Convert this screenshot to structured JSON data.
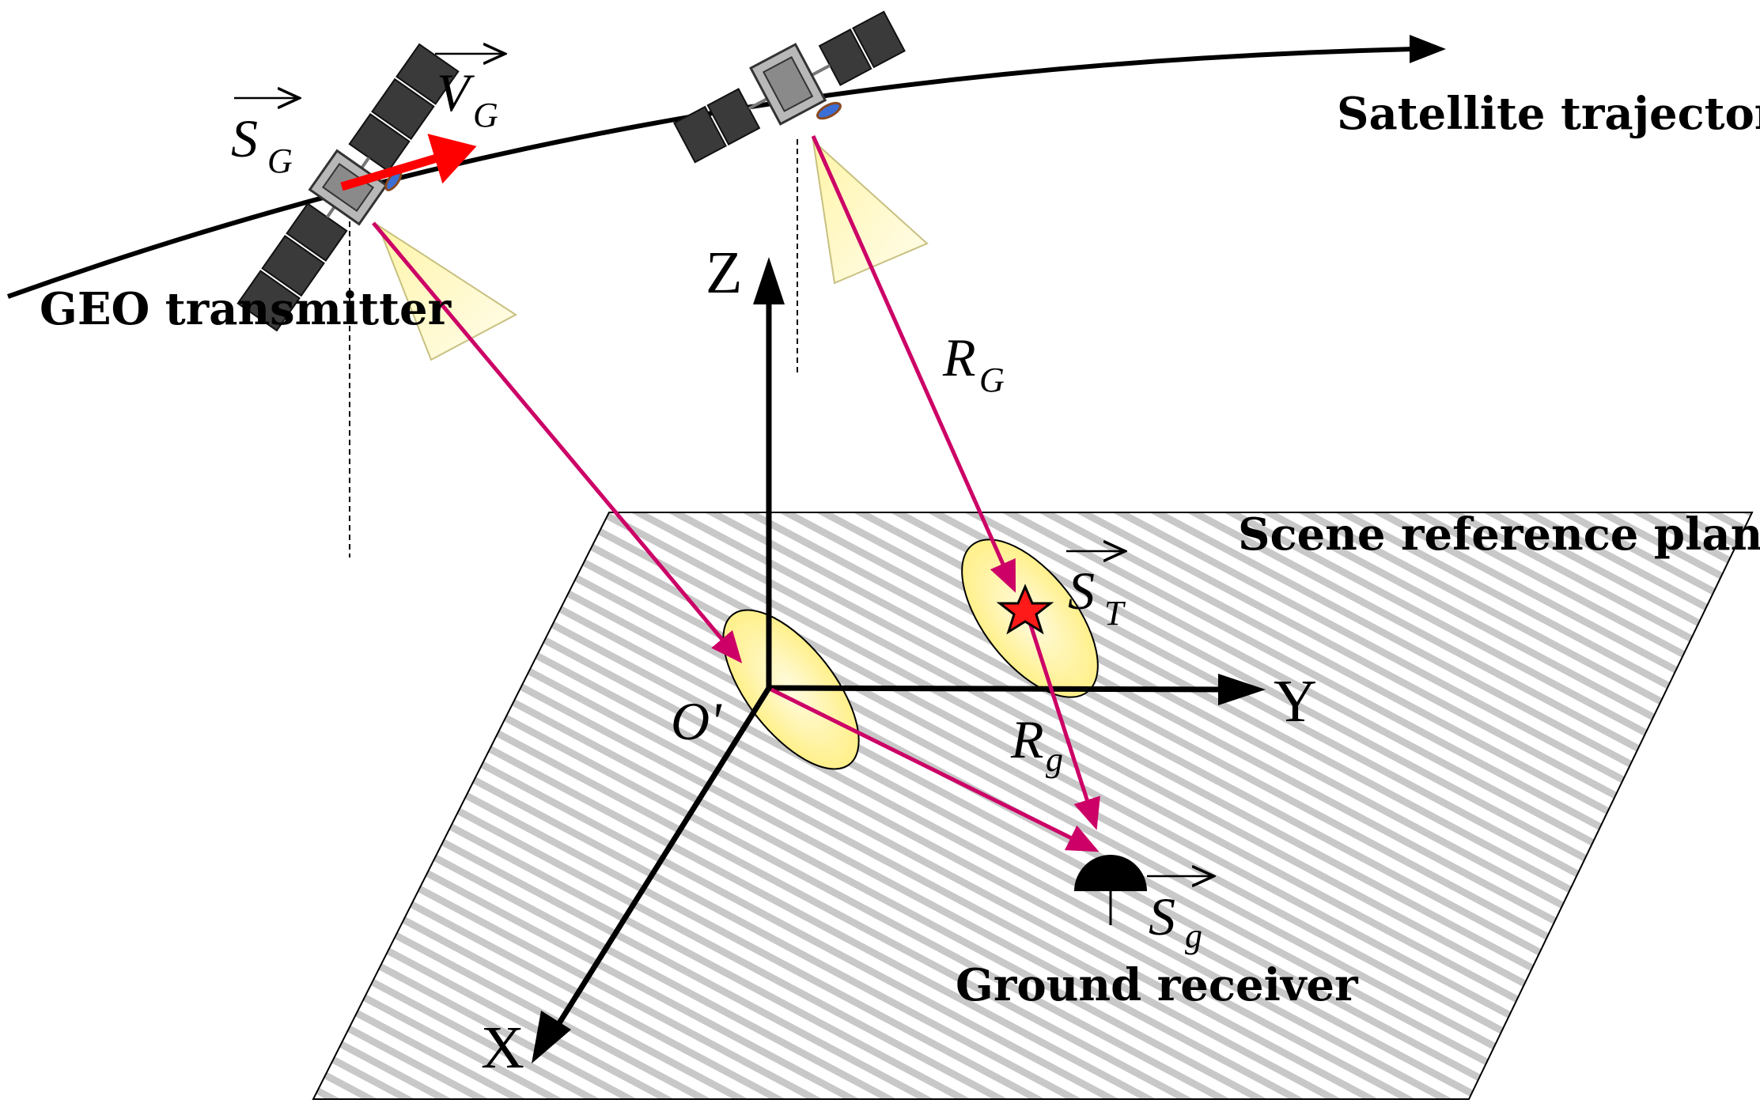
{
  "labels": {
    "satellite_trajectory": "Satellite trajectory",
    "geo_transmitter": "GEO transmitter",
    "scene_reference_plane": "Scene reference plane",
    "ground_receiver": "Ground receiver"
  },
  "axes": {
    "x": "X",
    "y": "Y",
    "z": "Z",
    "origin": "O'"
  },
  "symbols": {
    "s_g_upper": {
      "main": "S",
      "sub": "G"
    },
    "v_g": {
      "main": "V",
      "sub": "G"
    },
    "s_t": {
      "main": "S",
      "sub": "T"
    },
    "s_g_lower": {
      "main": "S",
      "sub": "g"
    },
    "r_g_upper": {
      "main": "R",
      "sub": "G"
    },
    "r_g_lower": {
      "main": "R",
      "sub": "g"
    }
  },
  "colors": {
    "signal_path": "#cc0066",
    "velocity_vector": "#ff0000",
    "target_star": "#ff1a1a",
    "beam": "#fff4a0",
    "footprint": "#fff7a8"
  }
}
